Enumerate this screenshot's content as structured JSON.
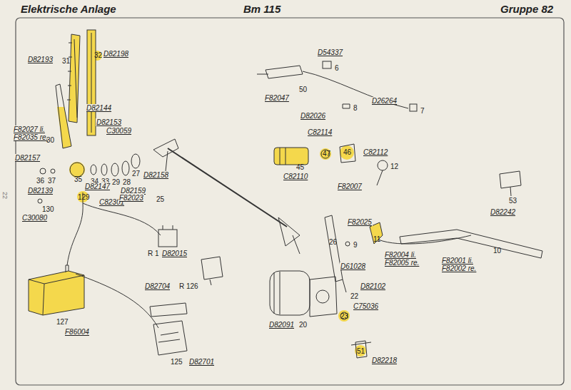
{
  "diagram": {
    "title": "Elektrische Anlage",
    "labels": [
      "Bm 115",
      "Gruppe 82",
      "D82193",
      "31",
      "32",
      "D82198",
      "D82144",
      "D82153",
      "C30059",
      "F82027 li.",
      "F82035 re.",
      "30",
      "D82157",
      "36",
      "37",
      "D82139",
      "130",
      "C30080",
      "35",
      "34",
      "33",
      "29",
      "28",
      "27",
      "D82158",
      "D82159",
      "D82147",
      "129",
      "C82301",
      "F82023",
      "25",
      "R 1",
      "D82015",
      "D82704",
      "R 126",
      "127",
      "F86004",
      "125",
      "D82701",
      "D54337",
      "6",
      "50",
      "F82047",
      "8",
      "D82026",
      "D26264",
      "7",
      "C82114",
      "47",
      "46",
      "C82112",
      "45",
      "C82110",
      "12",
      "F82007",
      "53",
      "D82242",
      "F82025",
      "26",
      "9",
      "11",
      "F82004 li.",
      "F82005 re.",
      "F82001 li.",
      "F82002 re.",
      "10",
      "D61028",
      "22",
      "D82102",
      "D82091",
      "20",
      "23",
      "C75036",
      "51",
      "D82218",
      "22"
    ]
  }
}
